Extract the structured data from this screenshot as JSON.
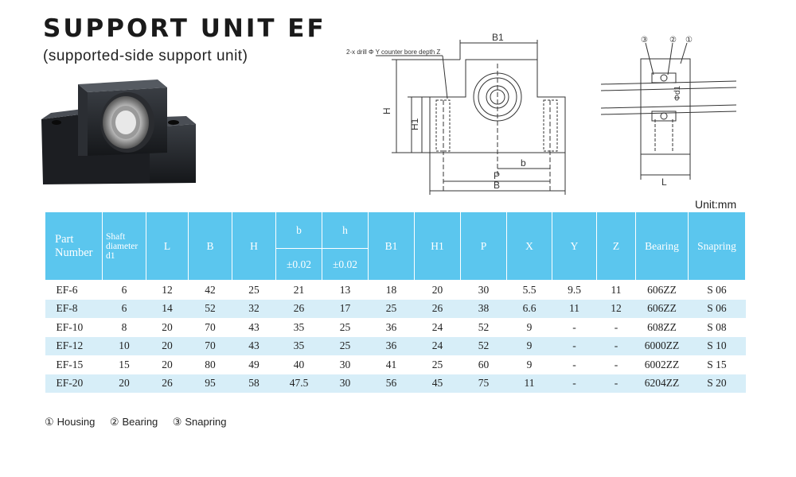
{
  "title": "SUPPORT UNIT EF",
  "subtitle": "(supported-side support  unit)",
  "drawing": {
    "note": "2-x drill Φ Y counter bore depth Z",
    "labels": [
      "B1",
      "H",
      "H1",
      "b",
      "P",
      "B"
    ]
  },
  "side_view": {
    "callouts": [
      "③",
      "②",
      "①"
    ],
    "labels": [
      "Φd1",
      "L"
    ]
  },
  "unit_label": "Unit:mm",
  "table": {
    "headers": {
      "part": "Part Number",
      "shaft": "Shaft diameter d1",
      "L": "L",
      "B": "B",
      "H": "H",
      "b": "b",
      "b_tol": "±0.02",
      "h": "h",
      "h_tol": "±0.02",
      "B1": "B1",
      "H1": "H1",
      "P": "P",
      "X": "X",
      "Y": "Y",
      "Z": "Z",
      "bearing": "Bearing",
      "snapring": "Snapring"
    },
    "rows": [
      [
        "EF-6",
        "6",
        "12",
        "42",
        "25",
        "21",
        "13",
        "18",
        "20",
        "30",
        "5.5",
        "9.5",
        "11",
        "606ZZ",
        "S 06"
      ],
      [
        "EF-8",
        "6",
        "14",
        "52",
        "32",
        "26",
        "17",
        "25",
        "26",
        "38",
        "6.6",
        "11",
        "12",
        "606ZZ",
        "S 06"
      ],
      [
        "EF-10",
        "8",
        "20",
        "70",
        "43",
        "35",
        "25",
        "36",
        "24",
        "52",
        "9",
        "-",
        "-",
        "608ZZ",
        "S 08"
      ],
      [
        "EF-12",
        "10",
        "20",
        "70",
        "43",
        "35",
        "25",
        "36",
        "24",
        "52",
        "9",
        "-",
        "-",
        "6000ZZ",
        "S 10"
      ],
      [
        "EF-15",
        "15",
        "20",
        "80",
        "49",
        "40",
        "30",
        "41",
        "25",
        "60",
        "9",
        "-",
        "-",
        "6002ZZ",
        "S 15"
      ],
      [
        "EF-20",
        "20",
        "26",
        "95",
        "58",
        "47.5",
        "30",
        "56",
        "45",
        "75",
        "11",
        "-",
        "-",
        "6204ZZ",
        "S 20"
      ]
    ]
  },
  "legend": [
    {
      "num": "①",
      "label": "Housing"
    },
    {
      "num": "②",
      "label": "Bearing"
    },
    {
      "num": "③",
      "label": "Snapring"
    }
  ],
  "colors": {
    "header_bg": "#5bc6ee",
    "alt_row": "#d7eef8"
  }
}
